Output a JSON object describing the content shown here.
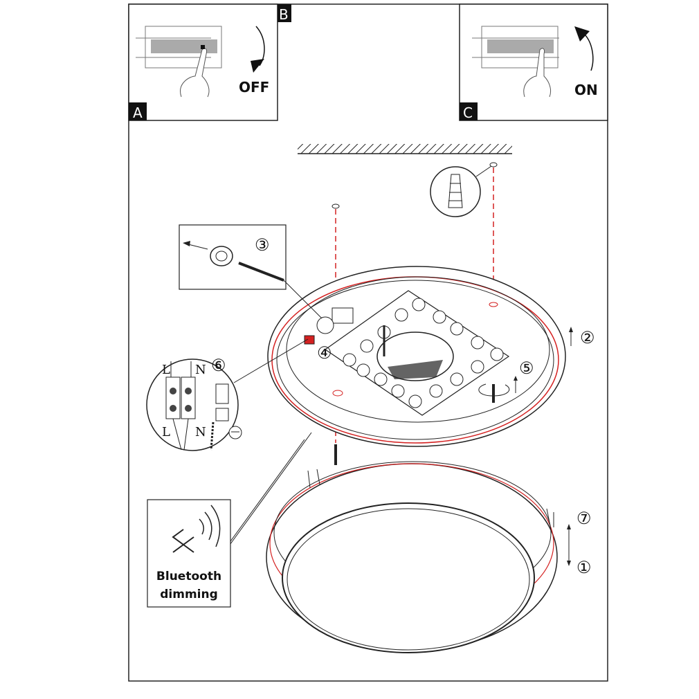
{
  "panels": {
    "a": {
      "label": "A",
      "action": "OFF"
    },
    "b": {
      "label": "B"
    },
    "c": {
      "label": "C",
      "action": "ON"
    }
  },
  "steps": {
    "s1": "①",
    "s2": "②",
    "s3": "③",
    "s4": "④",
    "s5": "⑤",
    "s6": "⑥",
    "s7": "⑦"
  },
  "wiring": {
    "l_top": "L",
    "n_top": "N",
    "l_bottom": "L",
    "n_bottom": "N"
  },
  "bluetooth": {
    "line1": "Bluetooth",
    "line2": "dimming"
  },
  "colors": {
    "line": "#111111",
    "accent_red": "#d42020"
  }
}
